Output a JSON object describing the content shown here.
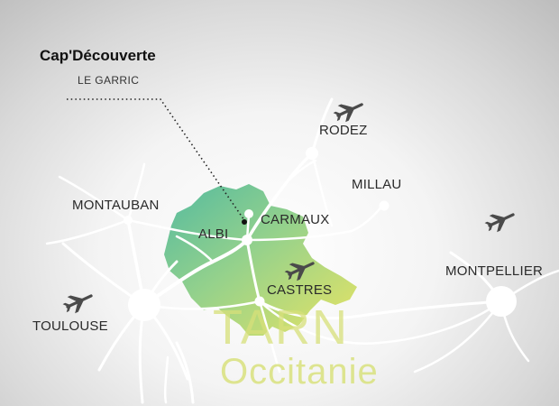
{
  "poi": {
    "name": "Cap'Découverte",
    "commune": "LE GARRIC"
  },
  "cities": {
    "rodez": "RODEZ",
    "millau": "MILLAU",
    "montauban": "MONTAUBAN",
    "carmaux": "CARMAUX",
    "albi": "ALBI",
    "montpellier": "MONTPELLIER",
    "castres": "CASTRES",
    "toulouse": "TOULOUSE"
  },
  "watermark": {
    "department": "TARN",
    "region": "Occitanie"
  },
  "colors": {
    "region_green": "#5dbf9a",
    "region_yellow": "#e2e25e",
    "roads": "#ffffff",
    "text": "#2a2a2a"
  },
  "icons": [
    "airport-icon-rodez",
    "airport-icon-montpellier",
    "airport-icon-castres",
    "airport-icon-toulouse"
  ]
}
